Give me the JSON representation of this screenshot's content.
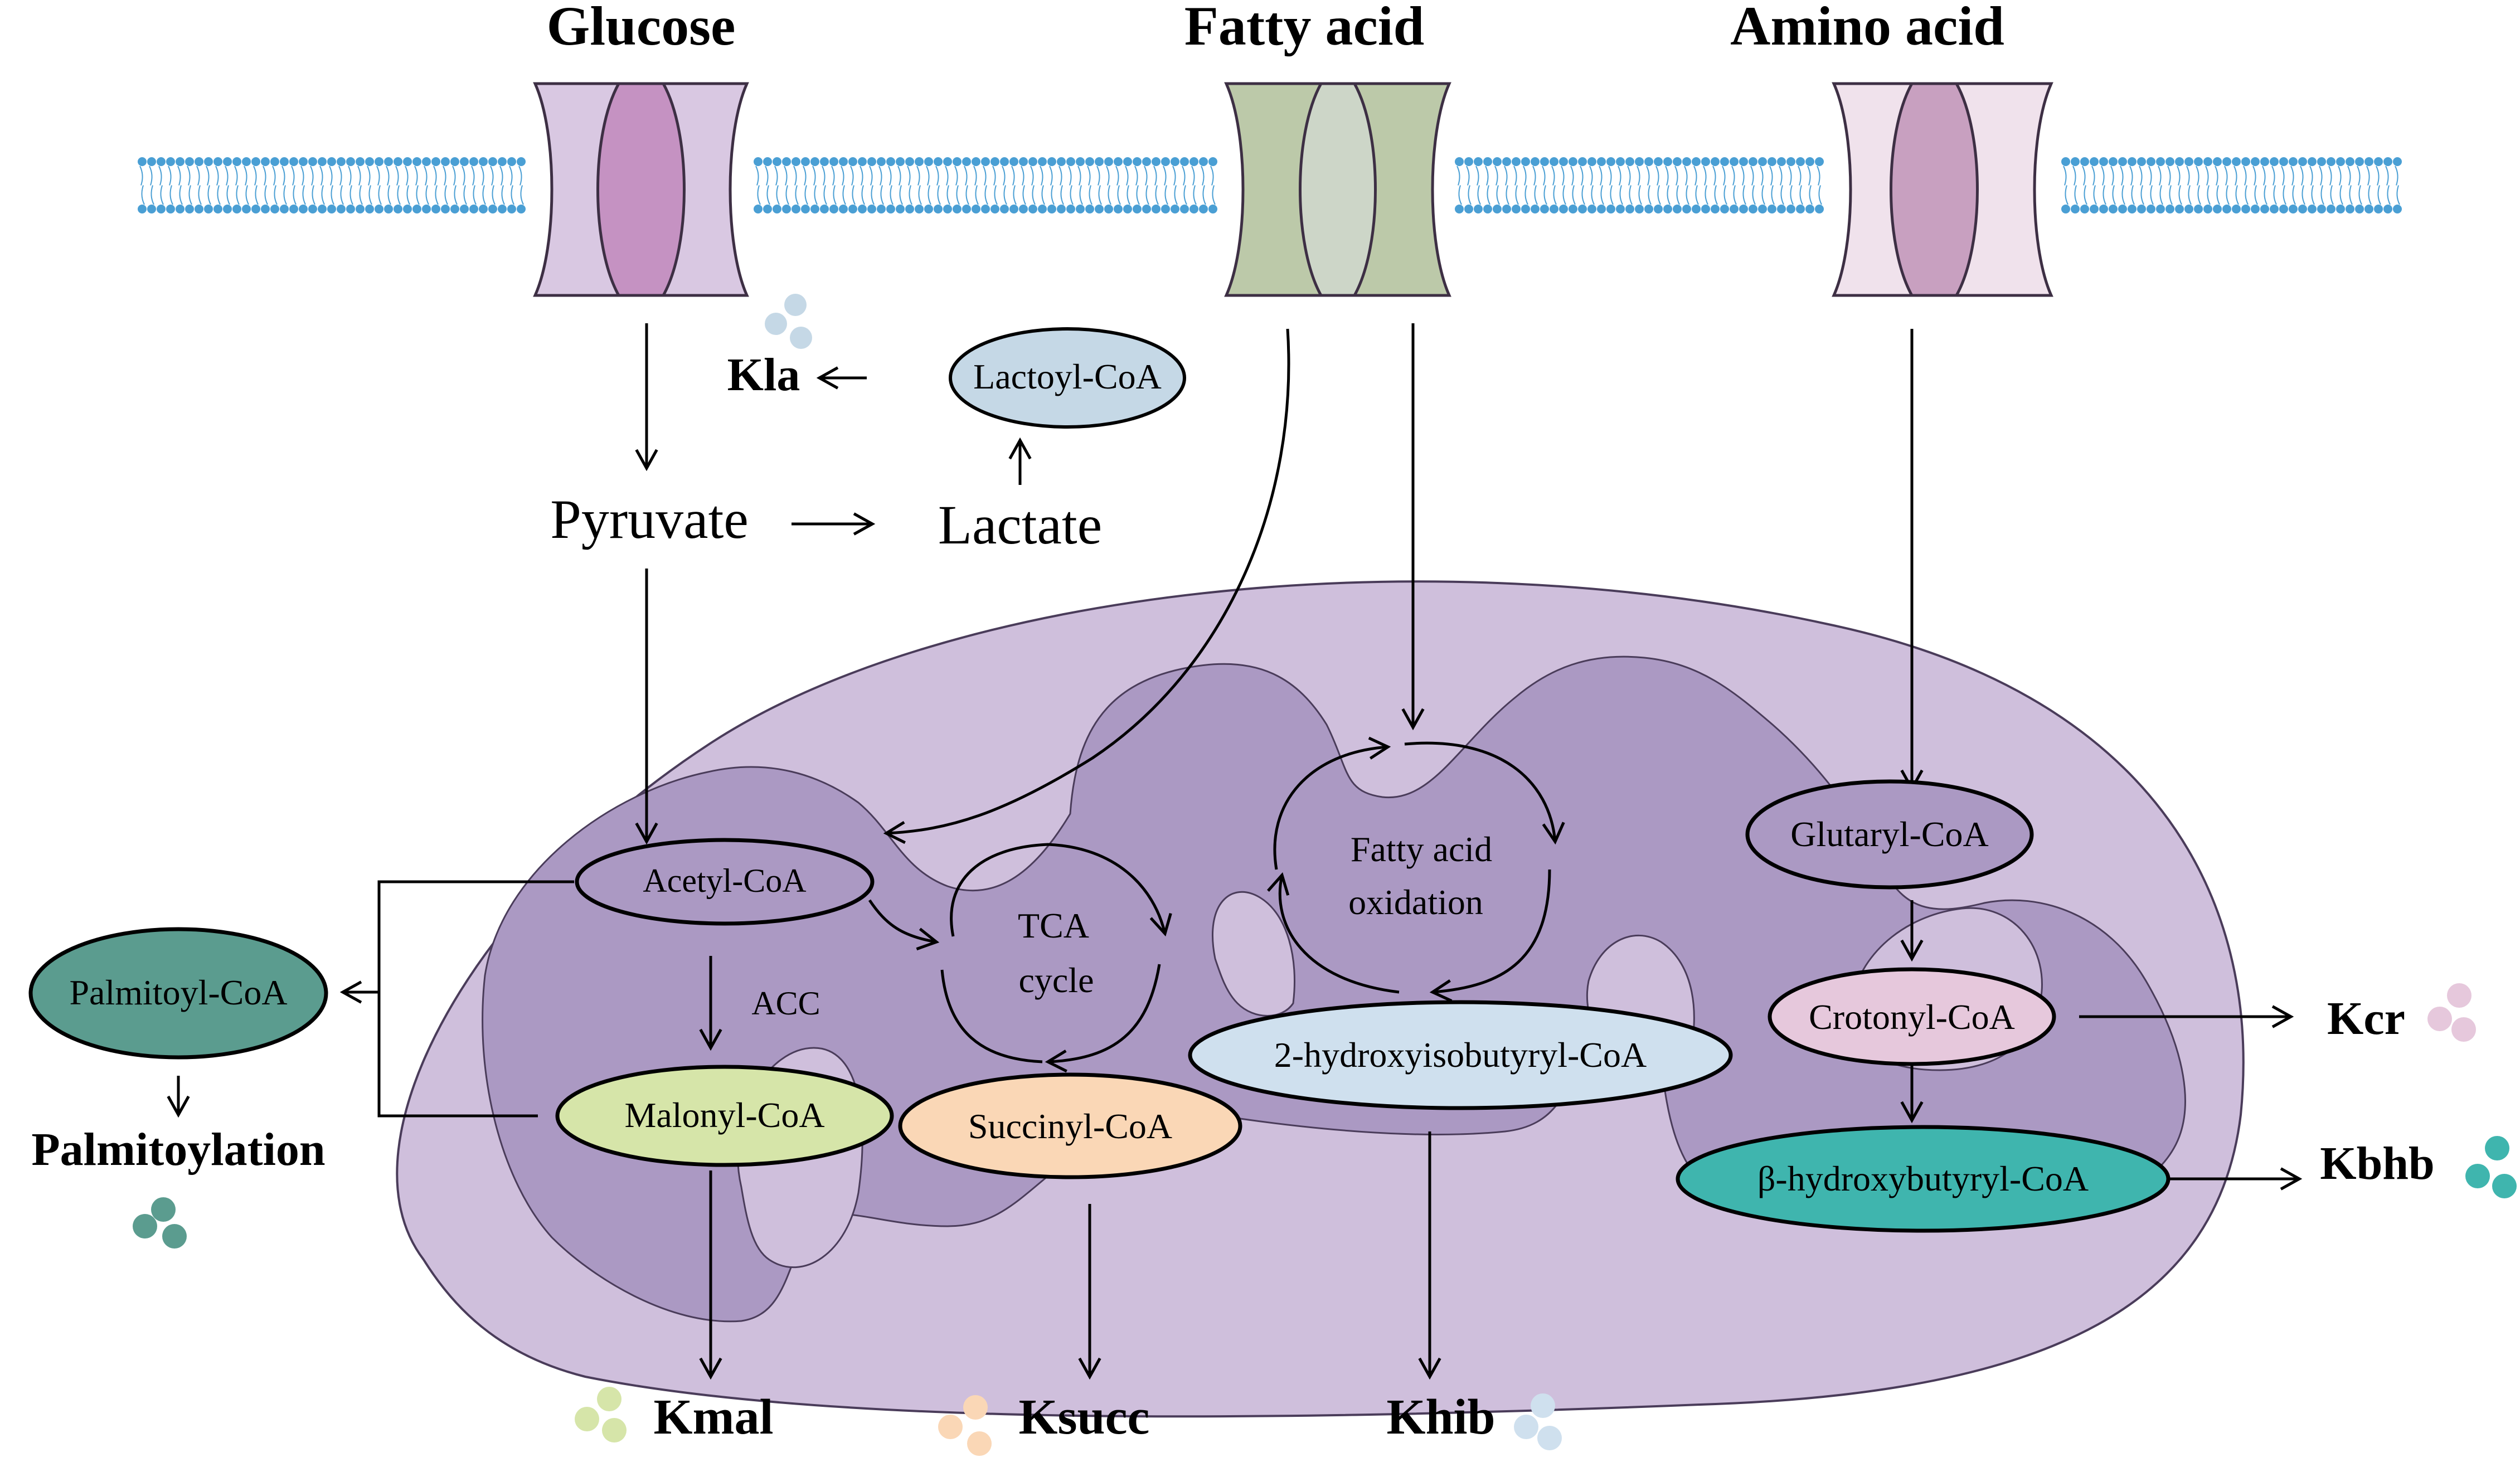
{
  "nutrients": {
    "glucose": "Glucose",
    "fatty_acid": "Fatty acid",
    "amino_acid": "Amino acid"
  },
  "metabolites": {
    "pyruvate": "Pyruvate",
    "lactate": "Lactate",
    "lactoyl_coa": "Lactoyl-CoA",
    "acetyl_coa": "Acetyl-CoA",
    "malonyl_coa": "Malonyl-CoA",
    "palmitoyl_coa": "Palmitoyl-CoA",
    "succinyl_coa": "Succinyl-CoA",
    "hib_coa": "2-hydroxyisobutyryl-CoA",
    "glutaryl_coa": "Glutaryl-CoA",
    "crotonyl_coa": "Crotonyl-CoA",
    "bhb_coa": "β-hydroxybutyryl-CoA"
  },
  "enzymes": {
    "acc": "ACC"
  },
  "cycles": {
    "tca_line1": "TCA",
    "tca_line2": "cycle",
    "fao_line1": "Fatty acid",
    "fao_line2": "oxidation"
  },
  "modifications": {
    "kla": "Kla",
    "palmitoylation": "Palmitoylation",
    "kmal": "Kmal",
    "ksucc": "Ksucc",
    "khib": "Khib",
    "kcr": "Kcr",
    "kbhb": "Kbhb"
  },
  "colors": {
    "membrane": "#4a9fd4",
    "mito_outer": "#cfbfdc",
    "mito_inner": "#ab99c3",
    "glucose_transporter": "#d9c8e2",
    "glucose_channel": "#c592c2",
    "fatty_transporter": "#bcc9a9",
    "fatty_channel": "#cdd6c8",
    "amino_transporter": "#f0e2ec",
    "amino_channel": "#c8a0c0",
    "lactoyl": "#c5d8e6",
    "acetyl": "#ab99c3",
    "malonyl": "#d6e5a9",
    "palmitoyl": "#5b9c8f",
    "succinyl": "#fad7b6",
    "hib": "#cfe0ee",
    "glutaryl": "#ab99c3",
    "crotonyl": "#e6c8dc",
    "bhb": "#3fb5ae"
  }
}
